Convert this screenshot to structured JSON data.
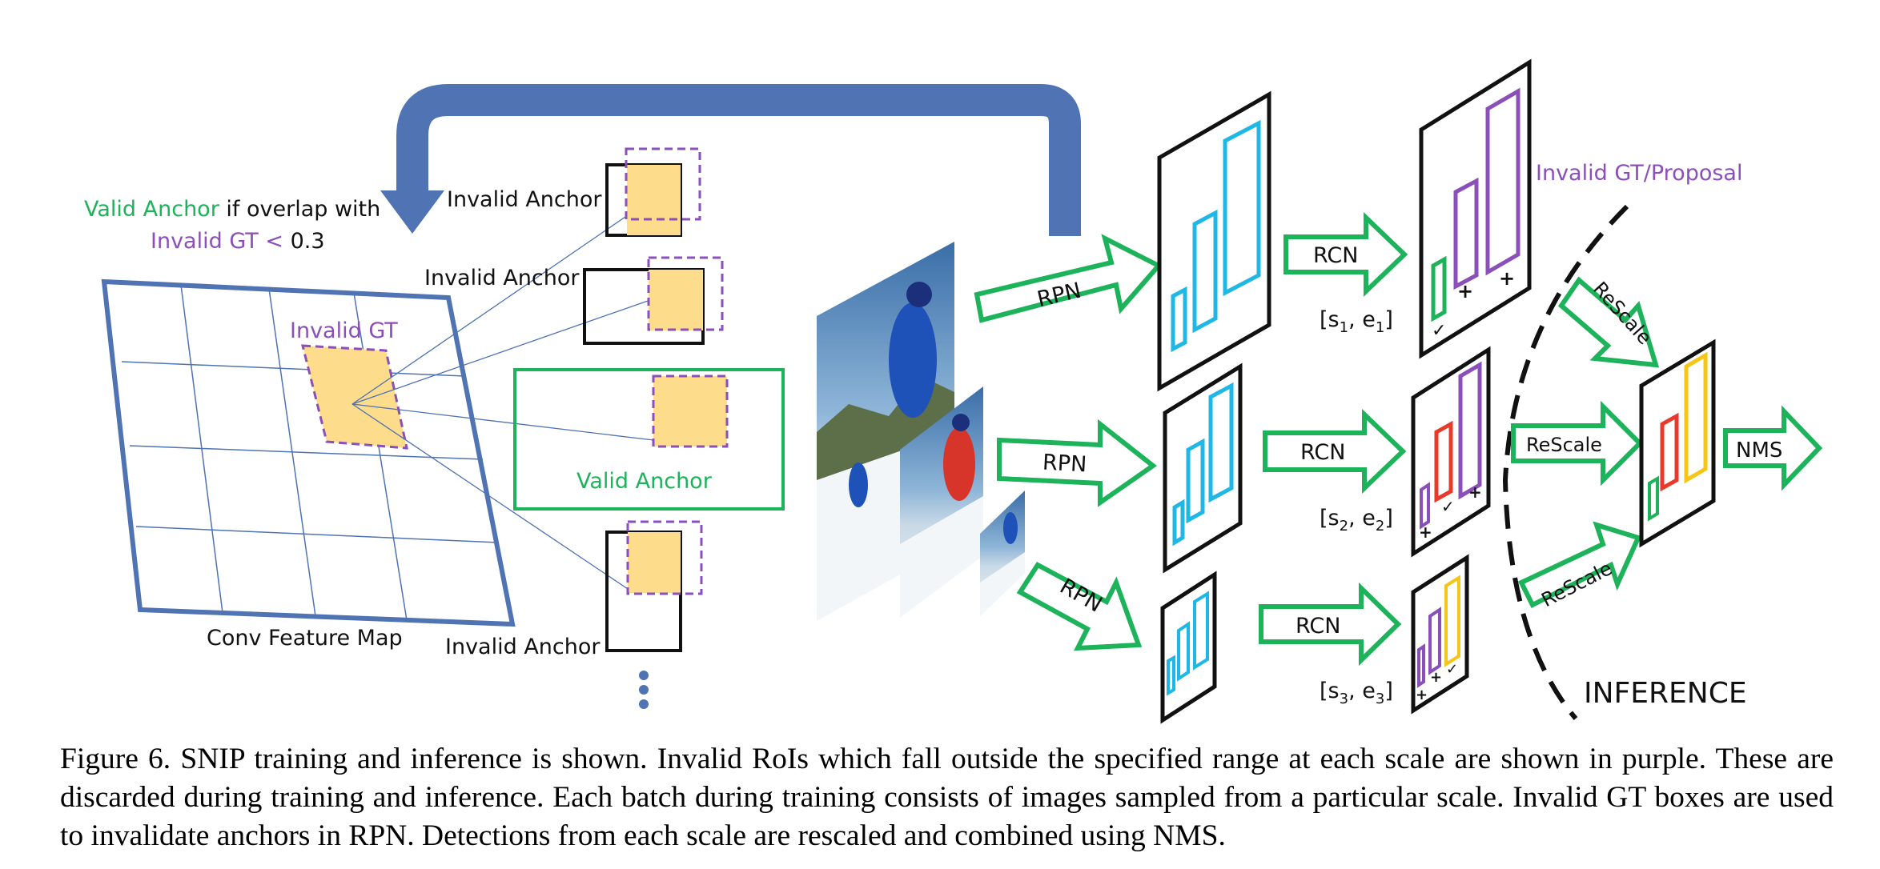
{
  "figure": {
    "valid_anchor_rule": {
      "valid_anchor": "Valid Anchor",
      "if_overlap_with": " if overlap with",
      "invalid_gt": "Invalid GT",
      "lt": " < ",
      "threshold": "0.3"
    },
    "invalid_gt_label": "Invalid GT",
    "conv_feature_map": "Conv Feature Map",
    "invalid_anchor": "Invalid Anchor",
    "valid_anchor": "Valid Anchor",
    "rpn": "RPN",
    "rcn": "RCN",
    "rescale": "ReScale",
    "nms": "NMS",
    "inference": "INFERENCE",
    "invalid_gt_proposal": "Invalid GT/Proposal",
    "ranges": [
      {
        "s": "s",
        "sub1": "1",
        "sep": ", e",
        "sub2": "1"
      },
      {
        "s": "s",
        "sub1": "2",
        "sep": ", e",
        "sub2": "2"
      },
      {
        "s": "s",
        "sub1": "3",
        "sep": ", e",
        "sub2": "3"
      }
    ],
    "colors": {
      "green": "#1db35a",
      "purple": "#8a4fb8",
      "cyan": "#1fb8e6",
      "red": "#e83a2a",
      "yellow": "#f5c518",
      "blue": "#4f73b3",
      "anchor_fill": "#fddc8b"
    }
  },
  "caption": {
    "text": "Figure 6. SNIP training and inference is shown. Invalid RoIs which fall outside the specified range at each scale are shown in purple. These are discarded during training and inference. Each batch during training consists of images sampled from a particular scale. Invalid GT boxes are used to invalidate anchors in RPN. Detections from each scale are rescaled and combined using NMS."
  }
}
